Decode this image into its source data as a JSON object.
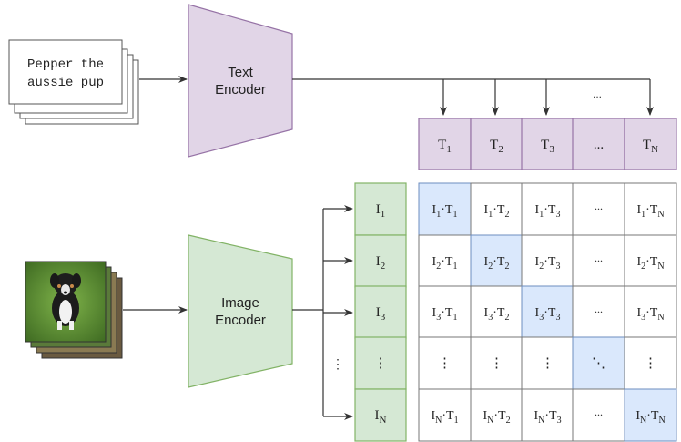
{
  "text_input": {
    "line1": "Pepper the",
    "line2": "aussie pup"
  },
  "text_encoder": {
    "line1": "Text",
    "line2": "Encoder"
  },
  "image_encoder": {
    "line1": "Image",
    "line2": "Encoder"
  },
  "ellipsis": "...",
  "text_embeddings": [
    {
      "base": "T",
      "sub": "1"
    },
    {
      "base": "T",
      "sub": "2"
    },
    {
      "base": "T",
      "sub": "3"
    },
    {
      "base": "...",
      "sub": ""
    },
    {
      "base": "T",
      "sub": "N"
    }
  ],
  "image_embeddings": [
    {
      "base": "I",
      "sub": "1"
    },
    {
      "base": "I",
      "sub": "2"
    },
    {
      "base": "I",
      "sub": "3"
    },
    {
      "base": "⋮",
      "sub": ""
    },
    {
      "base": "I",
      "sub": "N"
    }
  ],
  "side_dots": "⋮",
  "matrix": {
    "rows": [
      "1",
      "2",
      "3",
      "",
      "N"
    ],
    "cols": [
      "1",
      "2",
      "3",
      "",
      "N"
    ],
    "diagonal_highlight": [
      true,
      true,
      true,
      true,
      true
    ],
    "ellipsis_h": "...",
    "ellipsis_v": "⋮",
    "ellipsis_d": "⋱"
  },
  "colors": {
    "text_encoder_fill": "#e1d5e7",
    "text_encoder_stroke": "#9673a6",
    "image_encoder_fill": "#d5e8d4",
    "image_encoder_stroke": "#82b366",
    "highlight_fill": "#dae8fc",
    "highlight_stroke": "#6c8ebf",
    "arrow": "#333333"
  },
  "icons": [
    "stacked-paper-icon",
    "puppy-photo-icon"
  ]
}
